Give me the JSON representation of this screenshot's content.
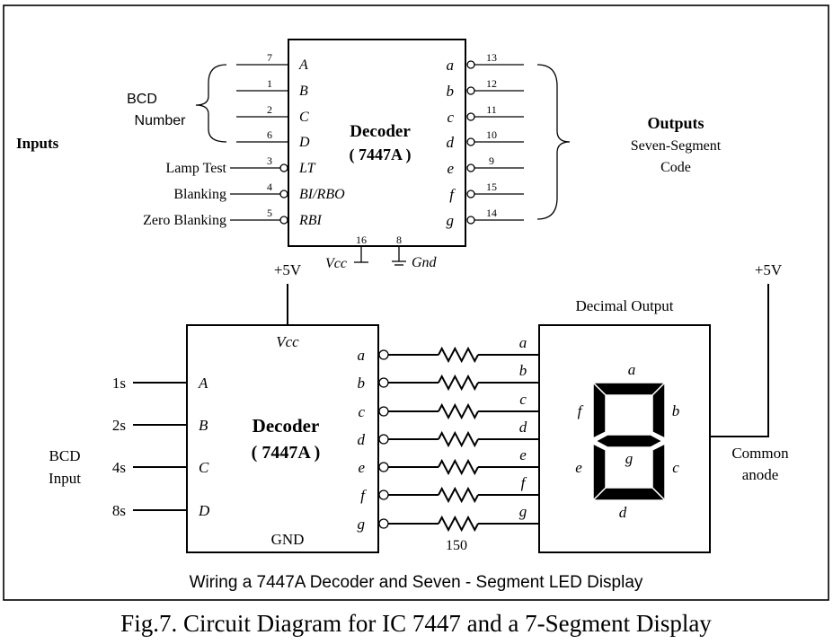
{
  "caption": "Fig.7. Circuit Diagram for IC 7447 and a 7-Segment Display",
  "subtitle": "Wiring a 7447A Decoder and Seven - Segment LED Display",
  "top": {
    "inputs_label": "Inputs",
    "bcd_label_1": "BCD",
    "bcd_label_2": "Number",
    "decoder_line1": "Decoder",
    "decoder_line2": "( 7447A )",
    "outputs_title": "Outputs",
    "outputs_sub1": "Seven-Segment",
    "outputs_sub2": "Code",
    "left_pins": [
      {
        "pin": "7",
        "name": "A",
        "label": ""
      },
      {
        "pin": "1",
        "name": "B",
        "label": ""
      },
      {
        "pin": "2",
        "name": "C",
        "label": ""
      },
      {
        "pin": "6",
        "name": "D",
        "label": ""
      },
      {
        "pin": "3",
        "name": "LT",
        "label": "Lamp Test"
      },
      {
        "pin": "4",
        "name": "BI/RBO",
        "label": "Blanking"
      },
      {
        "pin": "5",
        "name": "RBI",
        "label": "Zero Blanking"
      }
    ],
    "right_pins": [
      {
        "pin": "13",
        "name": "a"
      },
      {
        "pin": "12",
        "name": "b"
      },
      {
        "pin": "11",
        "name": "c"
      },
      {
        "pin": "10",
        "name": "d"
      },
      {
        "pin": "9",
        "name": "e"
      },
      {
        "pin": "15",
        "name": "f"
      },
      {
        "pin": "14",
        "name": "g"
      }
    ],
    "vcc_pin": "16",
    "vcc_label": "Vcc",
    "gnd_pin": "8",
    "gnd_label": "Gnd"
  },
  "bottom": {
    "supply_left": "+5V",
    "supply_right": "+5V",
    "vcc_label": "Vcc",
    "gnd_label": "GND",
    "decoder_line1": "Decoder",
    "decoder_line2": "( 7447A )",
    "bcd_label_1": "BCD",
    "bcd_label_2": "Input",
    "inputs": [
      {
        "value": "1s",
        "name": "A"
      },
      {
        "value": "2s",
        "name": "B"
      },
      {
        "value": "4s",
        "name": "C"
      },
      {
        "value": "8s",
        "name": "D"
      }
    ],
    "outputs": [
      "a",
      "b",
      "c",
      "d",
      "e",
      "f",
      "g"
    ],
    "resistor_value": "150",
    "display_title": "Decimal Output",
    "display_segments": [
      "a",
      "b",
      "c",
      "d",
      "e",
      "f",
      "g"
    ],
    "common_1": "Common",
    "common_2": "anode"
  }
}
